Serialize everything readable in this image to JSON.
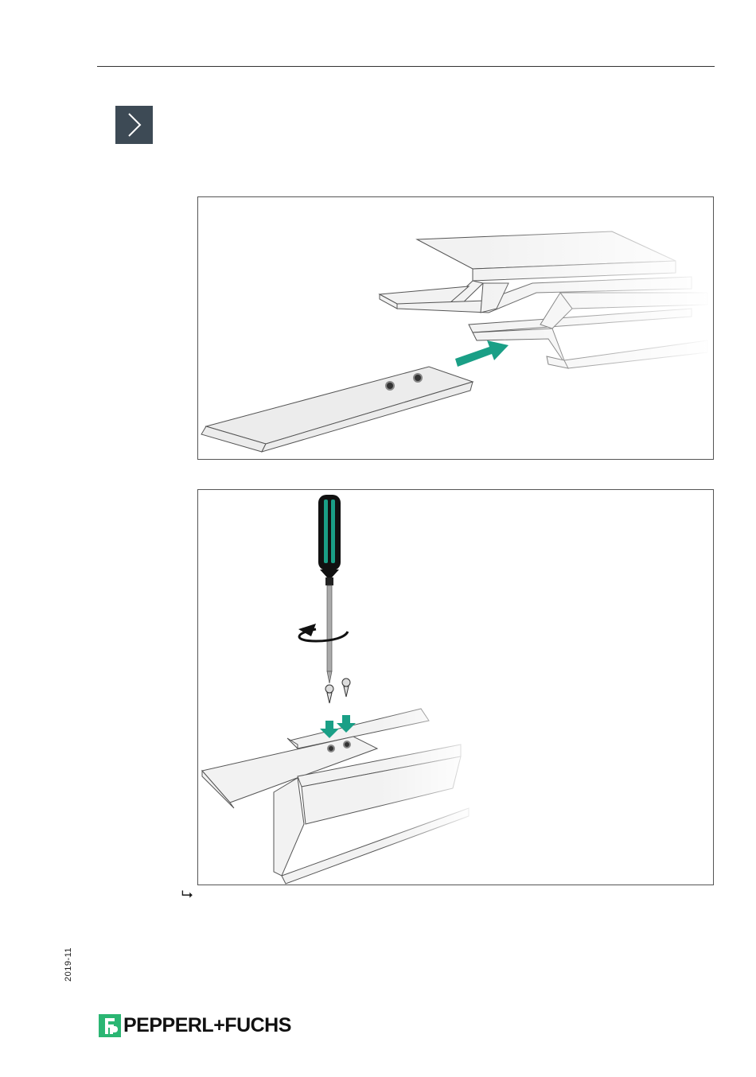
{
  "step": {
    "icon": "chevron-right-icon"
  },
  "figures": [
    {
      "id": "fig-insert-connector",
      "arrow_color": "#1a9f86"
    },
    {
      "id": "fig-screw-connector",
      "arrow_color": "#1a9f86",
      "handle_color": "#1a9f86"
    }
  ],
  "result": {
    "glyph": "⮡"
  },
  "footer": {
    "date_code": "2019-11",
    "brand_name": "PEPPERL+FUCHS",
    "brand_color": "#2bb673"
  }
}
